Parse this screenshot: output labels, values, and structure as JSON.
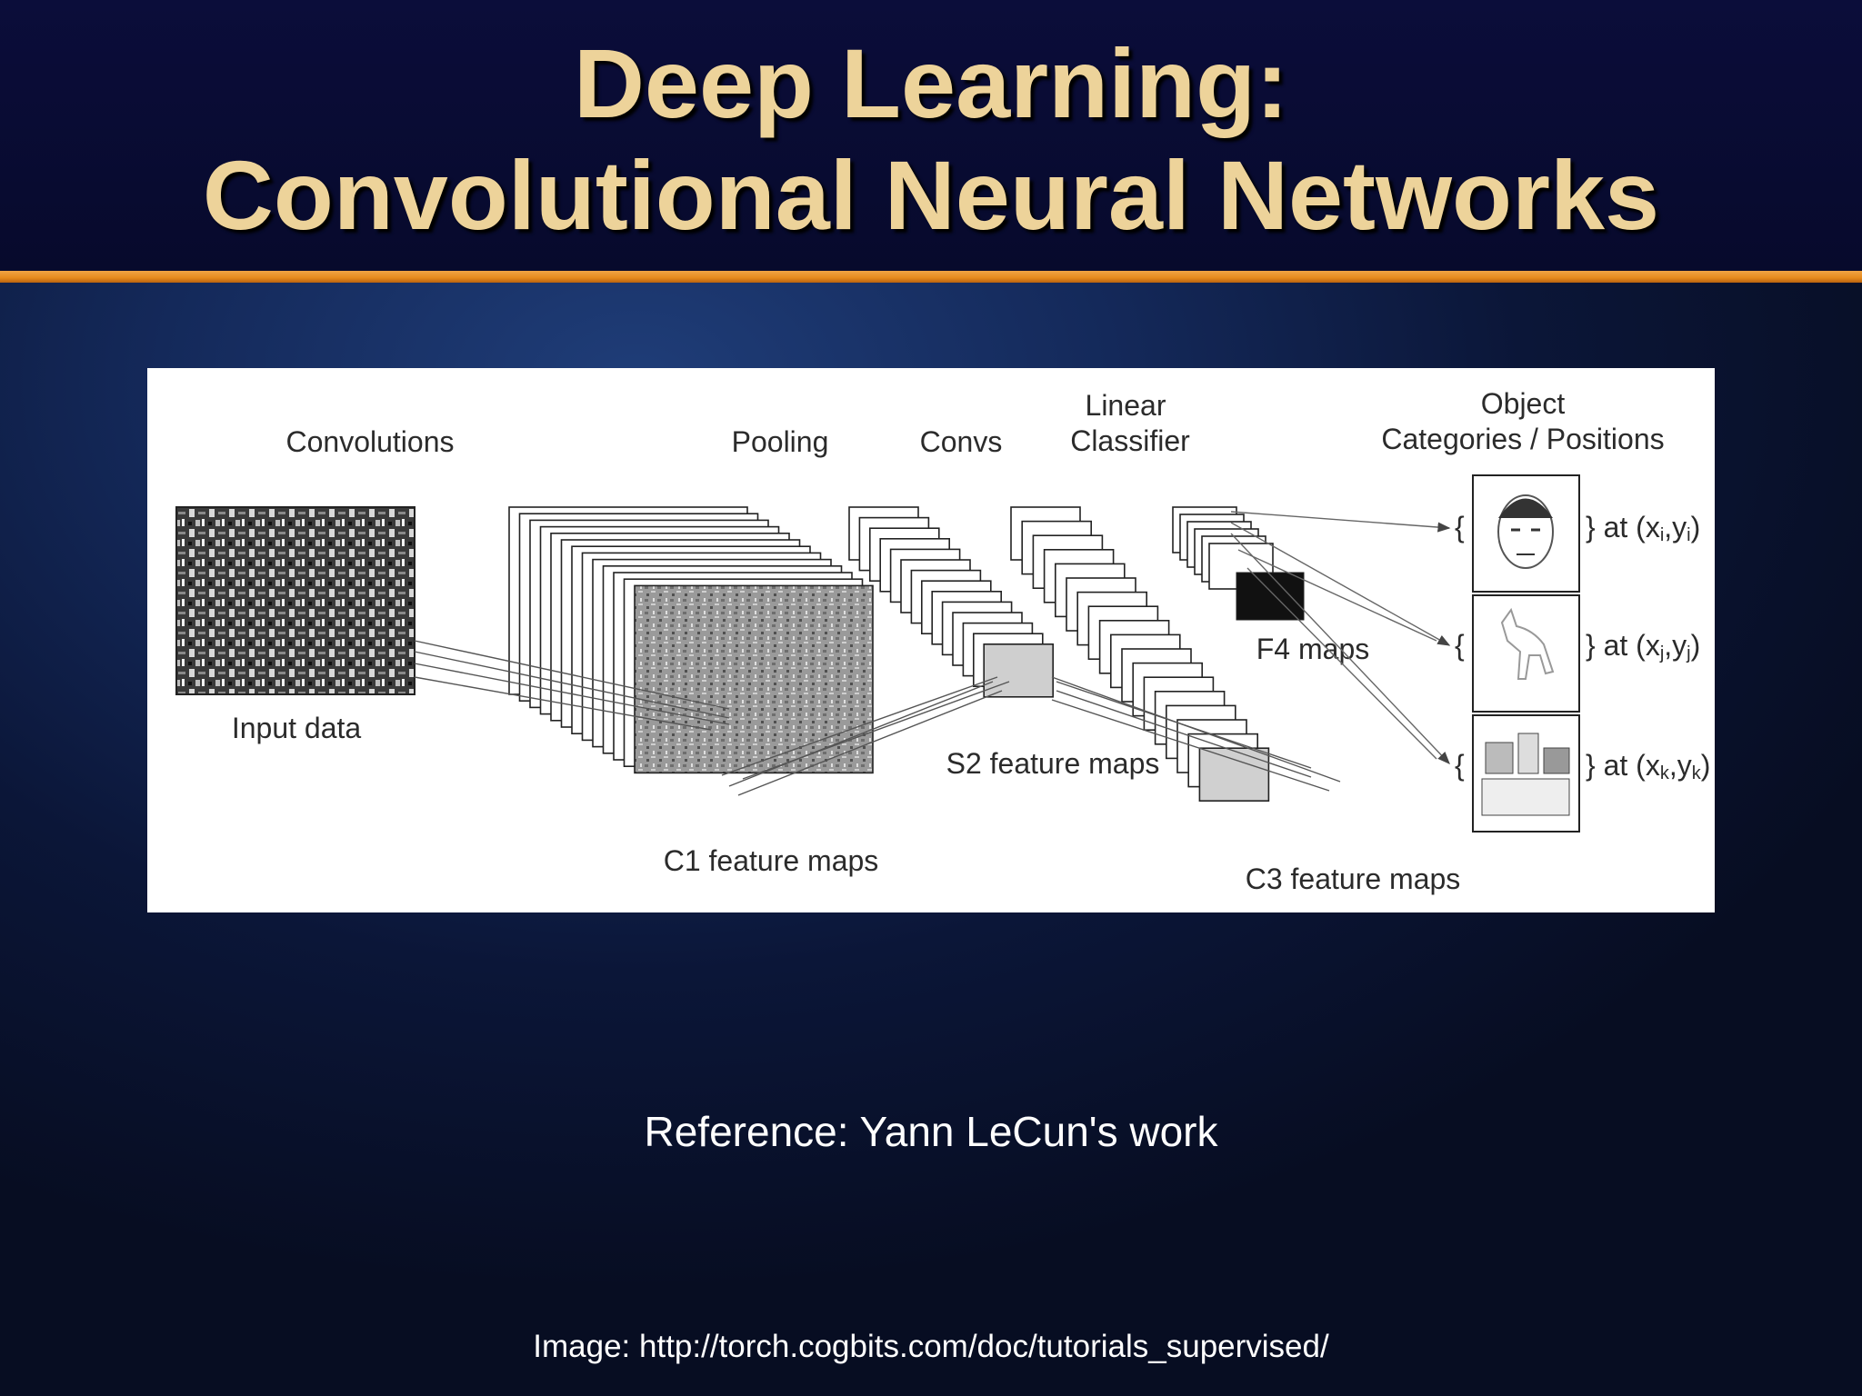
{
  "slide": {
    "title_line1": "Deep Learning:",
    "title_line2": "Convolutional Neural Networks",
    "reference": "Reference: Yann LeCun's work",
    "image_credit": "Image: http://torch.cogbits.com/doc/tutorials_supervised/"
  },
  "diagram": {
    "labels": {
      "convolutions": "Convolutions",
      "pooling": "Pooling",
      "convs": "Convs",
      "linear": "Linear",
      "classifier": "Classifier",
      "object": "Object",
      "categories_positions": "Categories / Positions",
      "input_data": "Input data",
      "c1_maps": "C1 feature maps",
      "s2_maps": "S2 feature maps",
      "c3_maps": "C3 feature maps",
      "f4_maps": "F4 maps"
    },
    "outputs": [
      {
        "prefix": "} at (x",
        "sub1": "i",
        "mid": ",y",
        "sub2": "i",
        "suffix": ")"
      },
      {
        "prefix": "} at (x",
        "sub1": "j",
        "mid": ",y",
        "sub2": "j",
        "suffix": ")"
      },
      {
        "prefix": "} at (x",
        "sub1": "k",
        "mid": ",y",
        "sub2": "k",
        "suffix": ")"
      }
    ]
  },
  "colors": {
    "title": "#edd39a",
    "accent_rule": "#e68a1d",
    "header_bg": "#070a2c"
  }
}
